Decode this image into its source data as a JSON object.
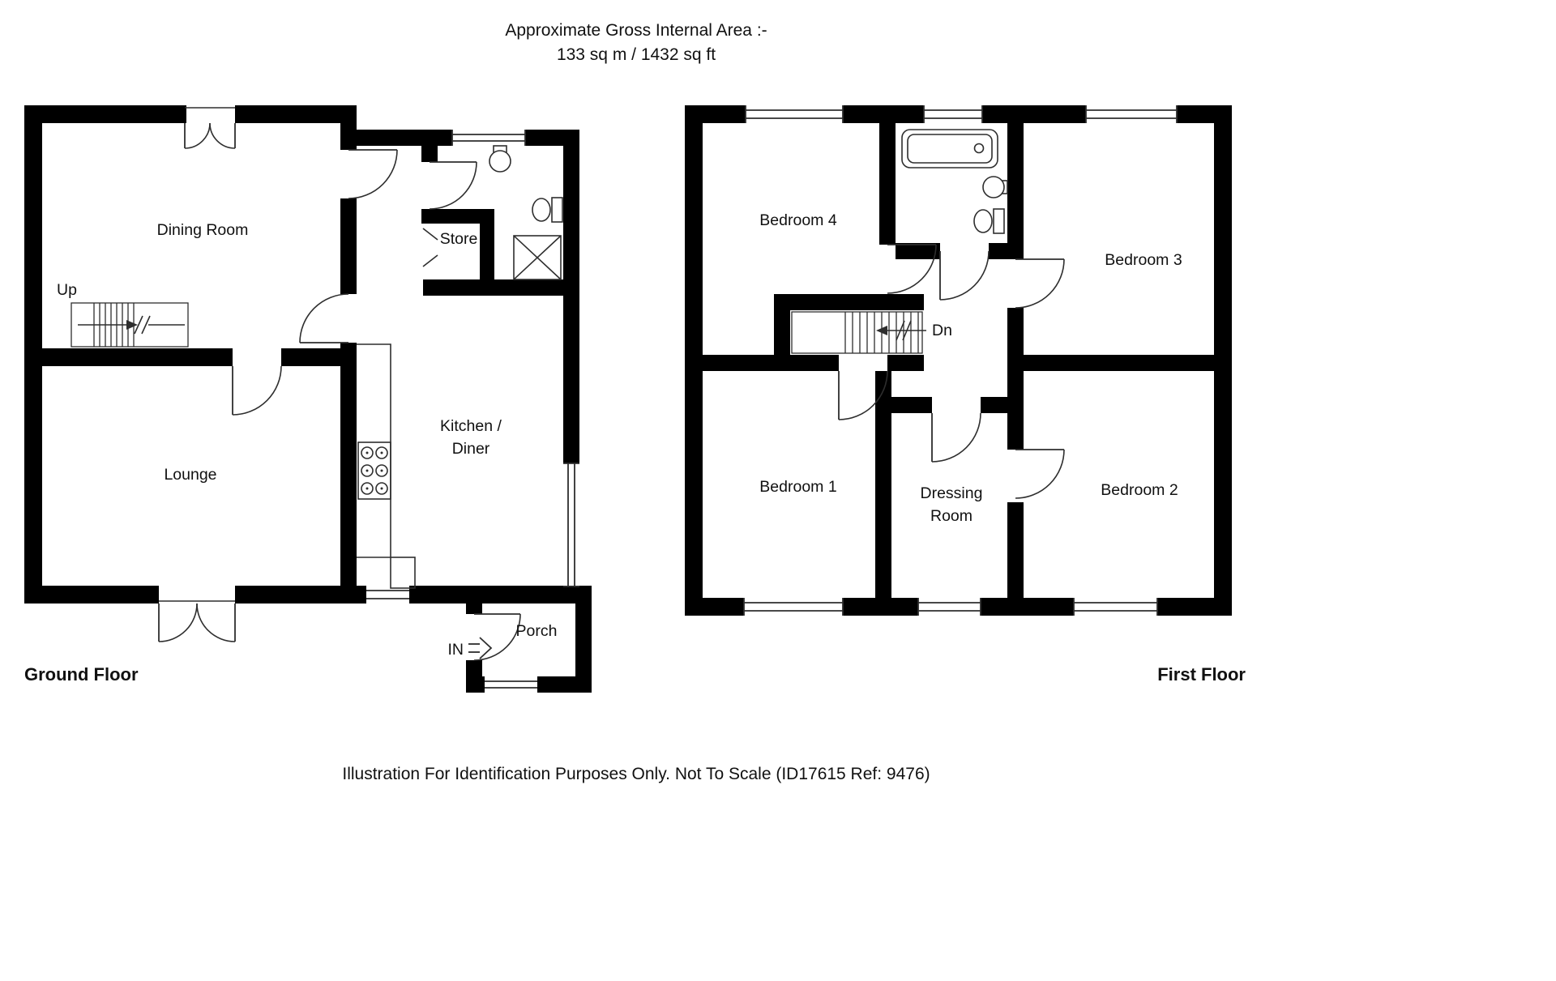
{
  "header": {
    "title_line1": "Approximate Gross Internal Area :-",
    "title_line2": "133 sq m / 1432 sq ft"
  },
  "footer": {
    "disclaimer": "Illustration For Identification Purposes Only. Not To Scale (ID17615 Ref: 9476)"
  },
  "ground_floor": {
    "floor_label": "Ground Floor",
    "rooms": {
      "dining_room": "Dining Room",
      "lounge": "Lounge",
      "kitchen_line1": "Kitchen /",
      "kitchen_line2": "Diner",
      "store": "Store",
      "porch": "Porch"
    },
    "annotations": {
      "up": "Up",
      "in": "IN"
    },
    "icons": [
      "sink-icon",
      "toilet-icon",
      "shower-icon",
      "hob-icon",
      "stairs-up-icon",
      "entry-arrow-icon"
    ]
  },
  "first_floor": {
    "floor_label": "First Floor",
    "rooms": {
      "bedroom_1": "Bedroom 1",
      "bedroom_2": "Bedroom 2",
      "bedroom_3": "Bedroom 3",
      "bedroom_4": "Bedroom 4",
      "dressing_line1": "Dressing",
      "dressing_line2": "Room"
    },
    "annotations": {
      "dn": "Dn"
    },
    "icons": [
      "bath-icon",
      "sink-icon",
      "toilet-icon",
      "stairs-down-icon"
    ]
  },
  "colors": {
    "wall": "#000000",
    "line": "#2e2e2e",
    "background": "#ffffff",
    "text": "#111111"
  }
}
